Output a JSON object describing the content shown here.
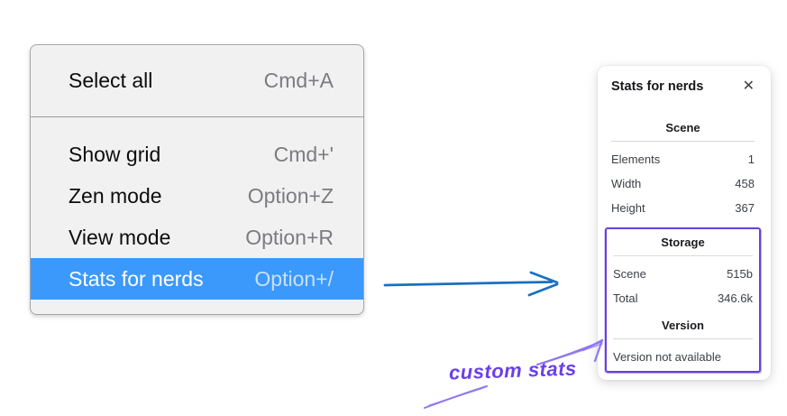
{
  "menu": {
    "groups": [
      {
        "items": [
          {
            "label": "Select all",
            "shortcut": "Cmd+A",
            "selected": false
          }
        ]
      },
      {
        "items": [
          {
            "label": "Show grid",
            "shortcut": "Cmd+'",
            "selected": false
          },
          {
            "label": "Zen mode",
            "shortcut": "Option+Z",
            "selected": false
          },
          {
            "label": "View mode",
            "shortcut": "Option+R",
            "selected": false
          },
          {
            "label": "Stats for nerds",
            "shortcut": "Option+/",
            "selected": true
          }
        ]
      }
    ],
    "colors": {
      "highlight": "#3b99fc",
      "background": "#f1f1f2"
    }
  },
  "stats_panel": {
    "title": "Stats for nerds",
    "close_icon": "✕",
    "sections": [
      {
        "heading": "Scene",
        "annotated": false,
        "rows": [
          {
            "label": "Elements",
            "value": "1"
          },
          {
            "label": "Width",
            "value": "458"
          },
          {
            "label": "Height",
            "value": "367"
          }
        ]
      },
      {
        "heading": "Storage",
        "annotated": true,
        "rows": [
          {
            "label": "Scene",
            "value": "515b"
          },
          {
            "label": "Total",
            "value": "346.6k"
          }
        ]
      },
      {
        "heading": "Version",
        "annotated": true,
        "rows": [],
        "note": "Version not available"
      }
    ]
  },
  "annotations": {
    "label": "custom stats",
    "arrow_color": "#8f77f0",
    "box_color": "#6741d9",
    "label_color": "#6b3fe8",
    "blue_arrow_color": "#1b6fc2"
  }
}
